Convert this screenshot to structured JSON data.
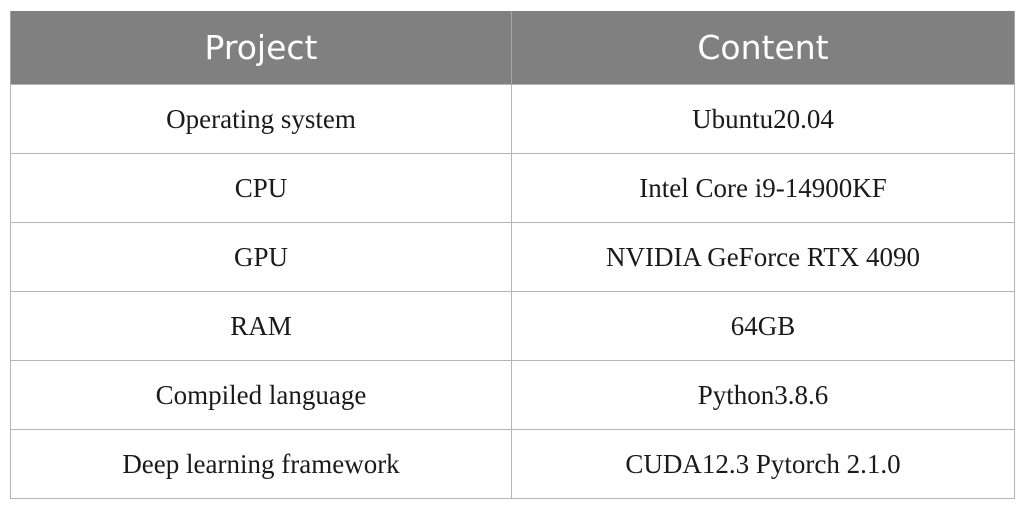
{
  "table": {
    "headers": [
      "Project",
      "Content"
    ],
    "rows": [
      [
        "Operating system",
        "Ubuntu20.04"
      ],
      [
        "CPU",
        "Intel Core i9-14900KF"
      ],
      [
        "GPU",
        "NVIDIA GeForce RTX 4090"
      ],
      [
        "RAM",
        "64GB"
      ],
      [
        "Compiled language",
        "Python3.8.6"
      ],
      [
        "Deep learning framework",
        "CUDA12.3 Pytorch 2.1.0"
      ]
    ]
  }
}
